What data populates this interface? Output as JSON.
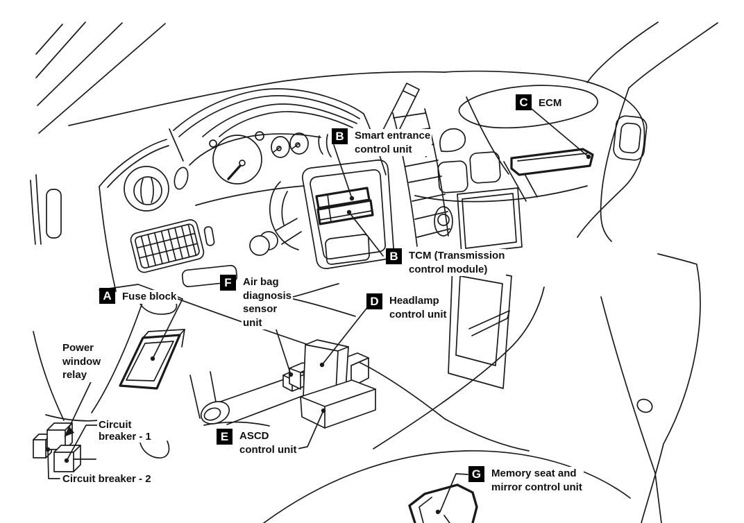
{
  "diagram": {
    "background_color": "#ffffff",
    "line_color": "#1a1a1a",
    "badge_bg_color": "#000000",
    "badge_text_color": "#ffffff"
  },
  "callouts": [
    {
      "letter": "B",
      "lines": [
        "Smart entrance",
        "control unit"
      ]
    },
    {
      "letter": "C",
      "lines": [
        "ECM"
      ]
    },
    {
      "letter": "B",
      "lines": [
        "TCM (Transmission",
        "control module)"
      ]
    },
    {
      "letter": "A",
      "lines": [
        "Fuse block"
      ]
    },
    {
      "letter": "F",
      "lines": [
        "Air bag",
        "diagnosis",
        "sensor",
        "unit"
      ]
    },
    {
      "letter": "D",
      "lines": [
        "Headlamp",
        "control unit"
      ]
    },
    {
      "letter": "E",
      "lines": [
        "ASCD",
        "control unit"
      ]
    },
    {
      "letter": "G",
      "lines": [
        "Memory seat and",
        "mirror control unit"
      ]
    }
  ],
  "labels": [
    {
      "lines": [
        "Power",
        "window",
        "relay"
      ]
    },
    {
      "lines": [
        "Circuit",
        "breaker - 1"
      ]
    },
    {
      "lines": [
        "Circuit breaker - 2"
      ]
    }
  ]
}
